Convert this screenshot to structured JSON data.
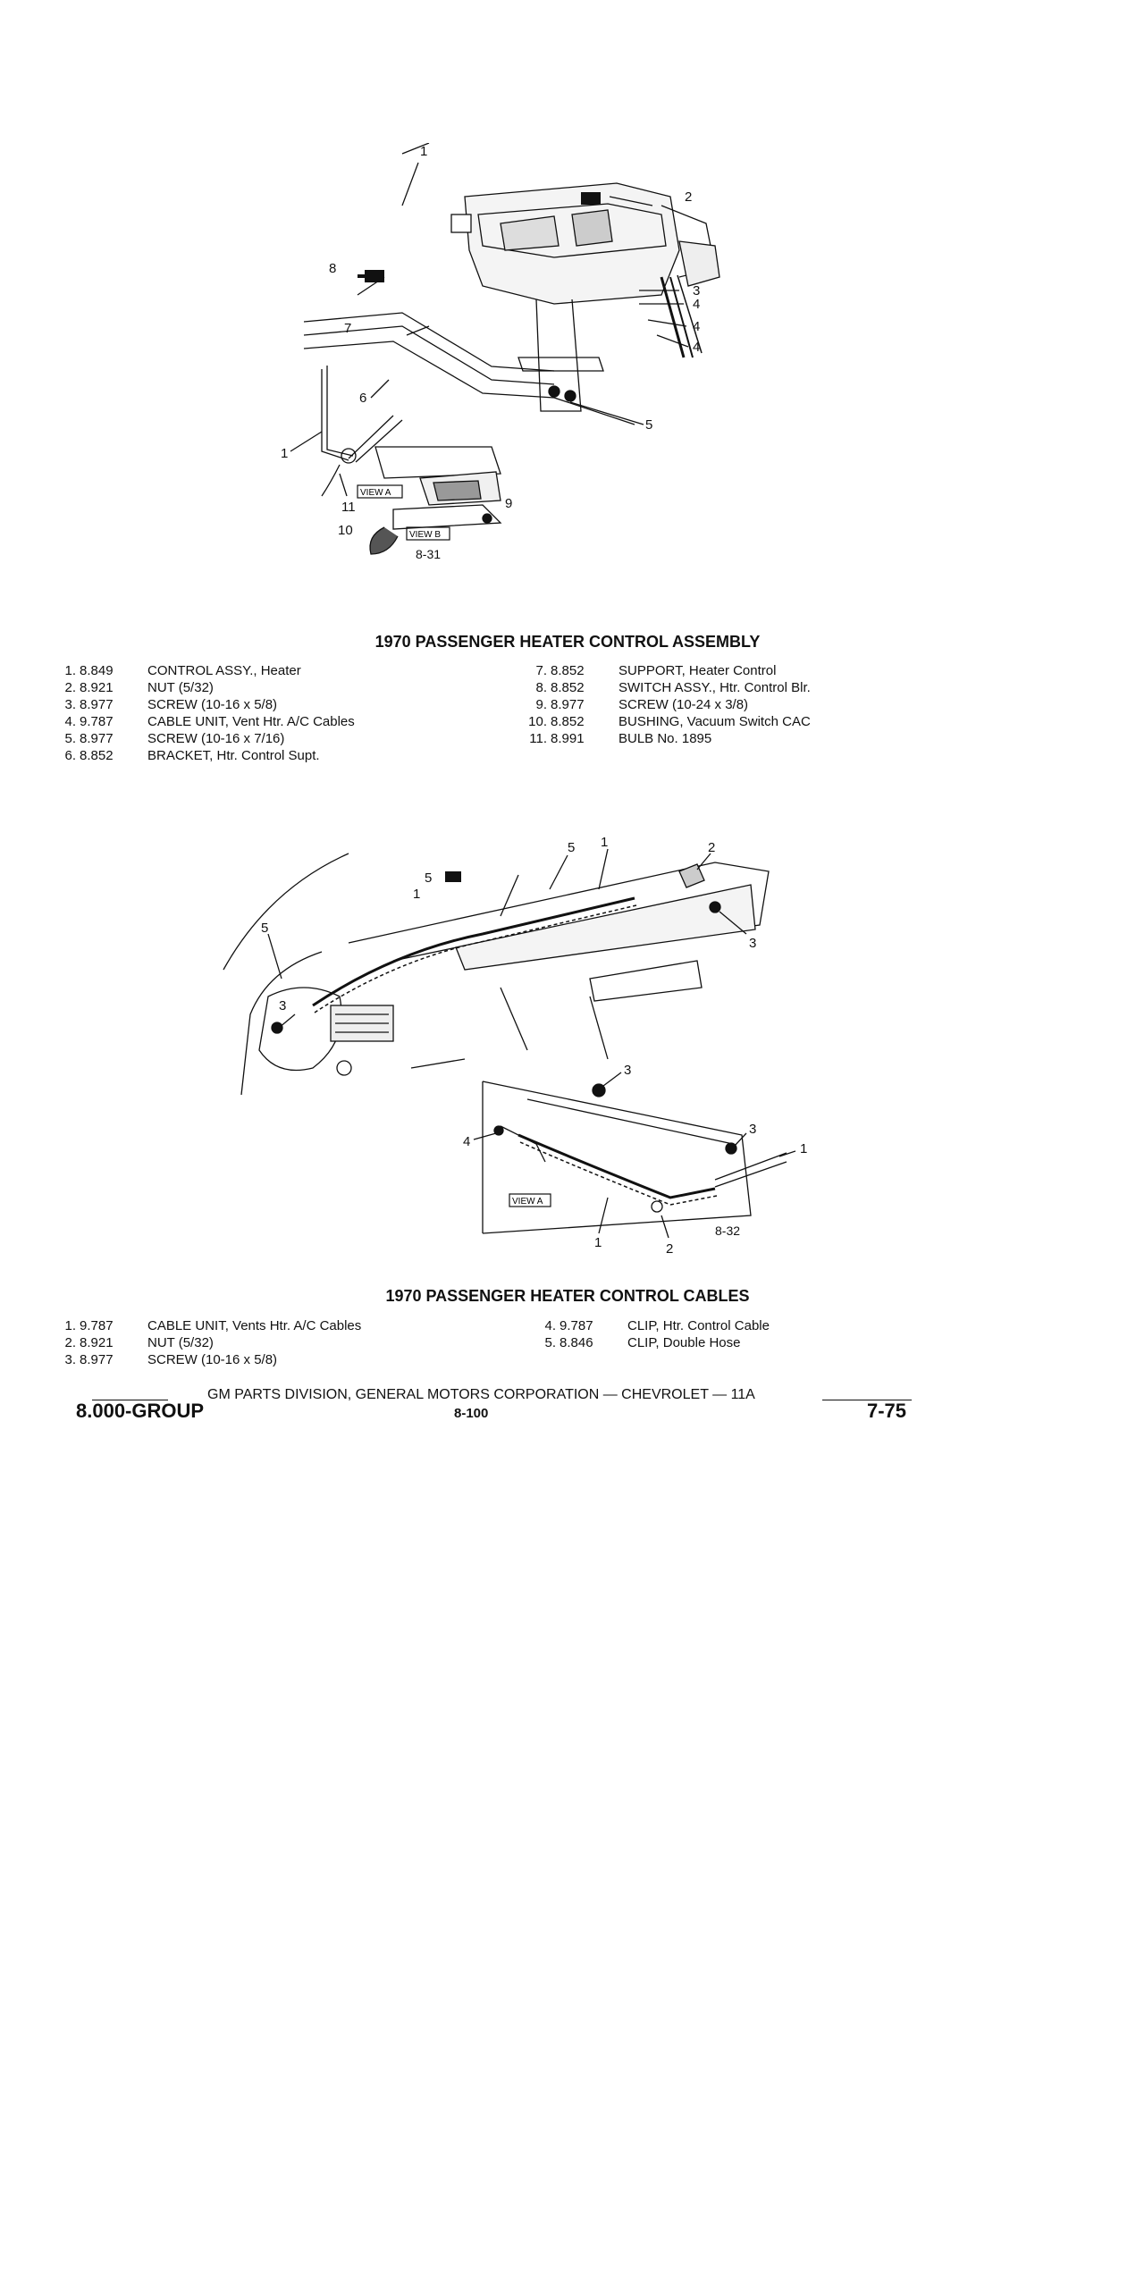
{
  "figure1": {
    "callouts": [
      "1",
      "2",
      "3",
      "4",
      "4",
      "4",
      "5",
      "6",
      "7",
      "8",
      "9",
      "10",
      "11"
    ],
    "view_a": "VIEW A",
    "view_b": "VIEW B",
    "fig_ref": "8-31"
  },
  "section1": {
    "title": "1970 PASSENGER HEATER CONTROL ASSEMBLY",
    "parts_left": [
      {
        "num": "1.",
        "code": "8.849",
        "desc": "CONTROL ASSY., Heater"
      },
      {
        "num": "2.",
        "code": "8.921",
        "desc": "NUT (5/32)"
      },
      {
        "num": "3.",
        "code": "8.977",
        "desc": "SCREW (10-16 x 5/8)"
      },
      {
        "num": "4.",
        "code": "9.787",
        "desc": "CABLE UNIT, Vent Htr. A/C Cables"
      },
      {
        "num": "5.",
        "code": "8.977",
        "desc": "SCREW (10-16 x 7/16)"
      },
      {
        "num": "6.",
        "code": "8.852",
        "desc": "BRACKET, Htr. Control Supt."
      }
    ],
    "parts_right": [
      {
        "num": "7.",
        "code": "8.852",
        "desc": "SUPPORT, Heater Control"
      },
      {
        "num": "8.",
        "code": "8.852",
        "desc": "SWITCH ASSY., Htr. Control Blr."
      },
      {
        "num": "9.",
        "code": "8.977",
        "desc": "SCREW (10-24 x 3/8)"
      },
      {
        "num": "10.",
        "code": "8.852",
        "desc": "BUSHING, Vacuum Switch CAC"
      },
      {
        "num": "11.",
        "code": "8.991",
        "desc": "BULB No. 1895"
      }
    ]
  },
  "figure2": {
    "callouts": [
      "1",
      "2",
      "3",
      "5",
      "5",
      "5",
      "1",
      "3",
      "3",
      "4",
      "3",
      "1",
      "1",
      "2"
    ],
    "view_a": "VIEW A",
    "fig_ref": "8-32"
  },
  "section2": {
    "title": "1970 PASSENGER HEATER CONTROL CABLES",
    "parts_left": [
      {
        "num": "1.",
        "code": "9.787",
        "desc": "CABLE UNIT, Vents Htr. A/C Cables"
      },
      {
        "num": "2.",
        "code": "8.921",
        "desc": "NUT (5/32)"
      },
      {
        "num": "3.",
        "code": "8.977",
        "desc": "SCREW (10-16 x 5/8)"
      }
    ],
    "parts_right": [
      {
        "num": "4.",
        "code": "9.787",
        "desc": "CLIP, Htr. Control Cable"
      },
      {
        "num": "5.",
        "code": "8.846",
        "desc": "CLIP, Double Hose"
      }
    ]
  },
  "footer": {
    "publisher": "GM PARTS DIVISION, GENERAL MOTORS CORPORATION — CHEVROLET — 11A",
    "group": "8.000-GROUP",
    "subgroup": "8-100",
    "page": "7-75"
  }
}
